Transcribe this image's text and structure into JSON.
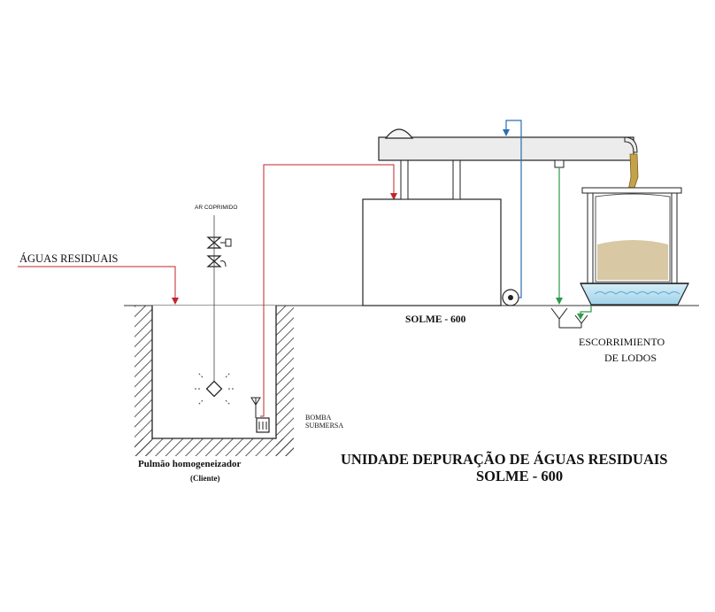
{
  "labels": {
    "inlet": "ÁGUAS RESIDUAIS",
    "compressed_air": "AR COPRIMIDO",
    "unit_name": "SOLME - 600",
    "pump_line1": "BOMBA",
    "pump_line2": "SUBMERSA",
    "tank_line1": "Pulmão homogeneizador",
    "tank_line2": "(Cliente)",
    "drain_line1": "ESCORRIMIENTO",
    "drain_line2": "DE LODOS",
    "title_line1": "UNIDADE  DEPURAÇÃO DE ÁGUAS RESIDUAIS",
    "title_line2": "SOLME - 600"
  },
  "colors": {
    "wastewater_line": "#c0262d",
    "return_line": "#2a6fb5",
    "filtrate_line": "#2e9a4a",
    "sludge": "#d8c8a4",
    "outline": "#222222"
  }
}
